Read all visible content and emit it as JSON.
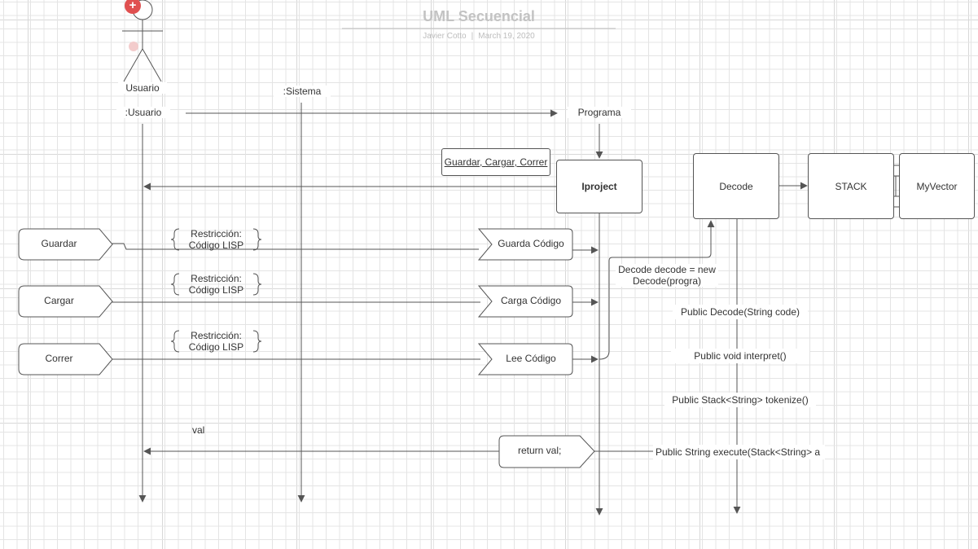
{
  "header": {
    "title": "UML Secuencial",
    "author": "Javier Cotto",
    "separator": "|",
    "date": "March 19, 2020"
  },
  "actor": {
    "name": "Usuario",
    "badge": "+"
  },
  "lifelines": {
    "usuario": ":Usuario",
    "sistema": ":Sistema",
    "programa": "Programa"
  },
  "methods_note": "Guardar, Cargar, Correr",
  "components": {
    "iproject": "Iproject",
    "decode": "Decode",
    "stack": "STACK",
    "myvector": "MyVector"
  },
  "actions": [
    {
      "label": "Guardar",
      "note_line1": "Restricción:",
      "note_line2": "Código LISP",
      "result": "Guarda Código"
    },
    {
      "label": "Cargar",
      "note_line1": "Restricción:",
      "note_line2": "Código LISP",
      "result": "Carga Código"
    },
    {
      "label": "Correr",
      "note_line1": "Restricción:",
      "note_line2": "Código LISP",
      "result": "Lee Código"
    }
  ],
  "decode_instantiation": {
    "line1": "Decode decode = new",
    "line2": "Decode(progra)"
  },
  "decode_methods": [
    "Public Decode(String code)",
    "Public void interpret()",
    "Public Stack<String> tokenize()",
    "Public String execute(Stack<String> a"
  ],
  "return_label": "return val;",
  "val_label": "val",
  "colors": {
    "line": "#555555",
    "badge": "#e05050",
    "title": "#c3c3c3"
  }
}
